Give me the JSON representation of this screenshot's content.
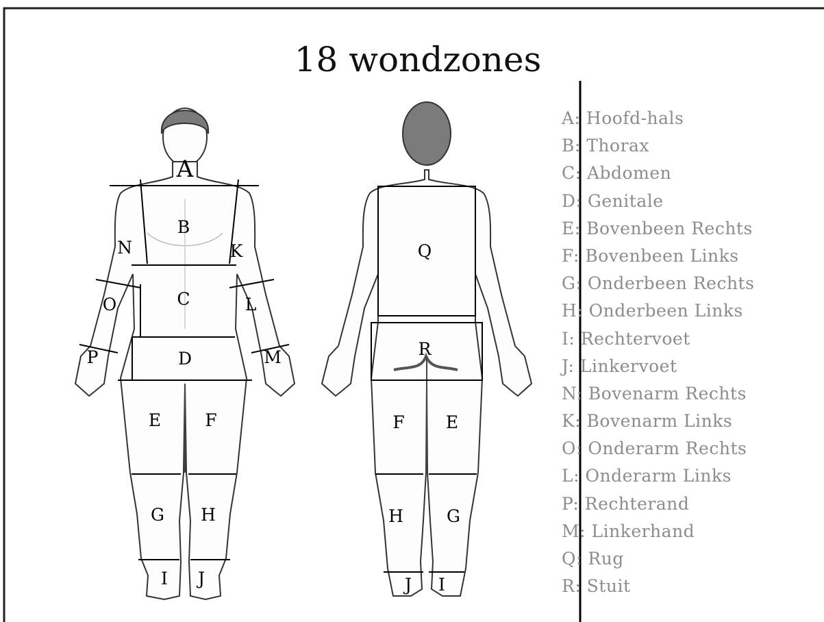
{
  "title": "18 wondzones",
  "zone_labels": {
    "front": {
      "A": "A",
      "B": "B",
      "C": "C",
      "D": "D",
      "E": "E",
      "F": "F",
      "G": "G",
      "H": "H",
      "I": "I",
      "J": "J",
      "K": "K",
      "L": "L",
      "M": "M",
      "N": "N",
      "O": "O",
      "P": "P"
    },
    "back": {
      "Q": "Q",
      "R": "R",
      "F": "F",
      "E": "E",
      "H": "H",
      "G": "G",
      "J": "J",
      "I": "I"
    }
  },
  "legend": [
    "A: Hoofd-hals",
    "B: Thorax",
    "C: Abdomen",
    "D: Genitale",
    "E: Bovenbeen Rechts",
    "F: Bovenbeen Links",
    "G: Onderbeen Rechts",
    "H: Onderbeen Links",
    "I: Rechtervoet",
    "J: Linkervoet",
    "N: Bovenarm Rechts",
    "K: Bovenarm Links",
    "O: Onderarm Rechts",
    "L: Onderarm Links",
    "P: Rechterand",
    "M: Linkerhand",
    "Q: Rug",
    "R: Stuit"
  ],
  "colors": {
    "hair": "#7a7a7a",
    "outline": "#222222",
    "legend_text": "#8c8c8c",
    "shading": "#e6e6e6"
  }
}
